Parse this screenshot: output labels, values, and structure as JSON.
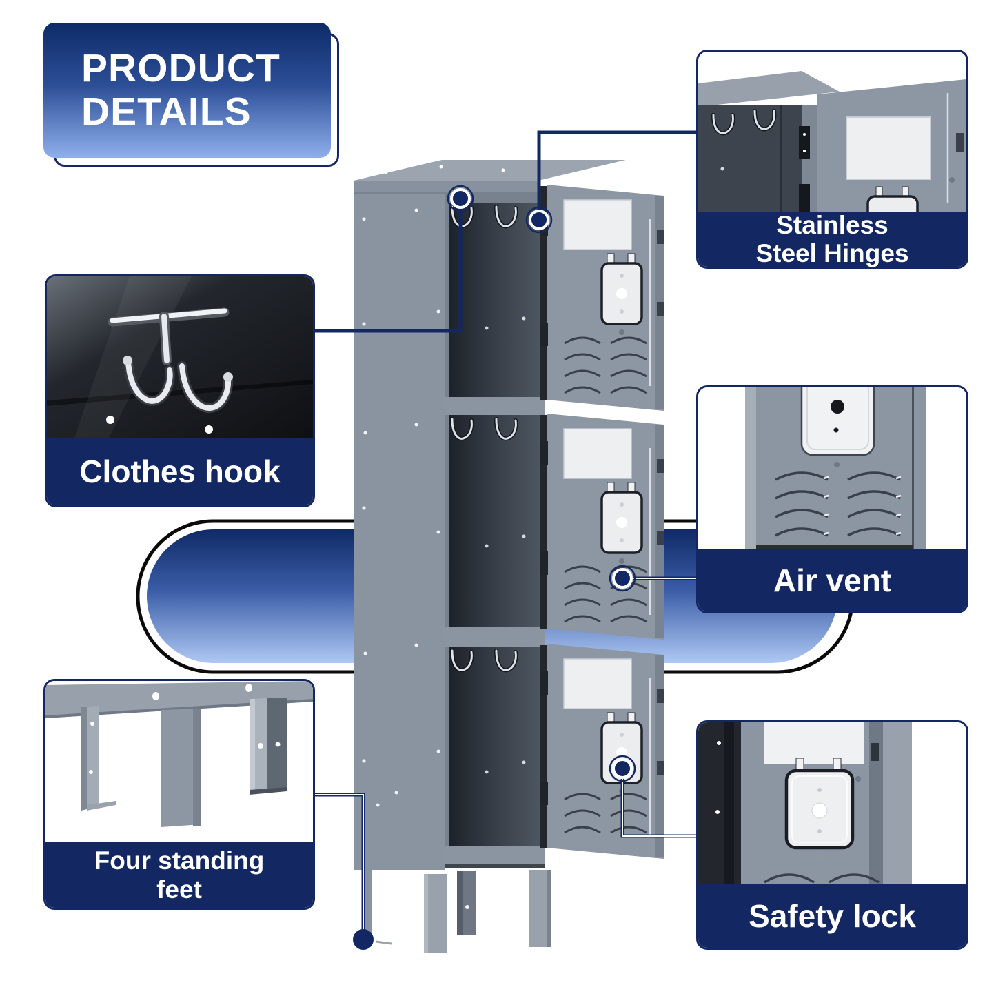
{
  "title": {
    "line1": "PRODUCT",
    "line2": "DETAILS"
  },
  "callouts": {
    "hook": {
      "label": "Clothes hook"
    },
    "hinges": {
      "line1": "Stainless",
      "line2": "Steel Hinges"
    },
    "vent": {
      "label": "Air vent"
    },
    "lock": {
      "label": "Safety lock"
    },
    "feet": {
      "line1": "Four standing",
      "line2": "feet"
    }
  },
  "colors": {
    "navy": "#132863",
    "outline_black": "#0A0A0A",
    "title_gradient_top": "#0D2B68",
    "title_gradient_bottom": "#8FAFEC",
    "capsule_gradient_top": "#0F2A66",
    "capsule_gradient_bottom": "#AEC8F3",
    "locker_gray": "#8D97A3",
    "locker_side_gray": "#8A94A1",
    "locker_interior_dark": "#232830",
    "label_plate": "#EDEFF1",
    "lock_silver": "#EBEDEF",
    "text_white": "#FFFFFF"
  }
}
